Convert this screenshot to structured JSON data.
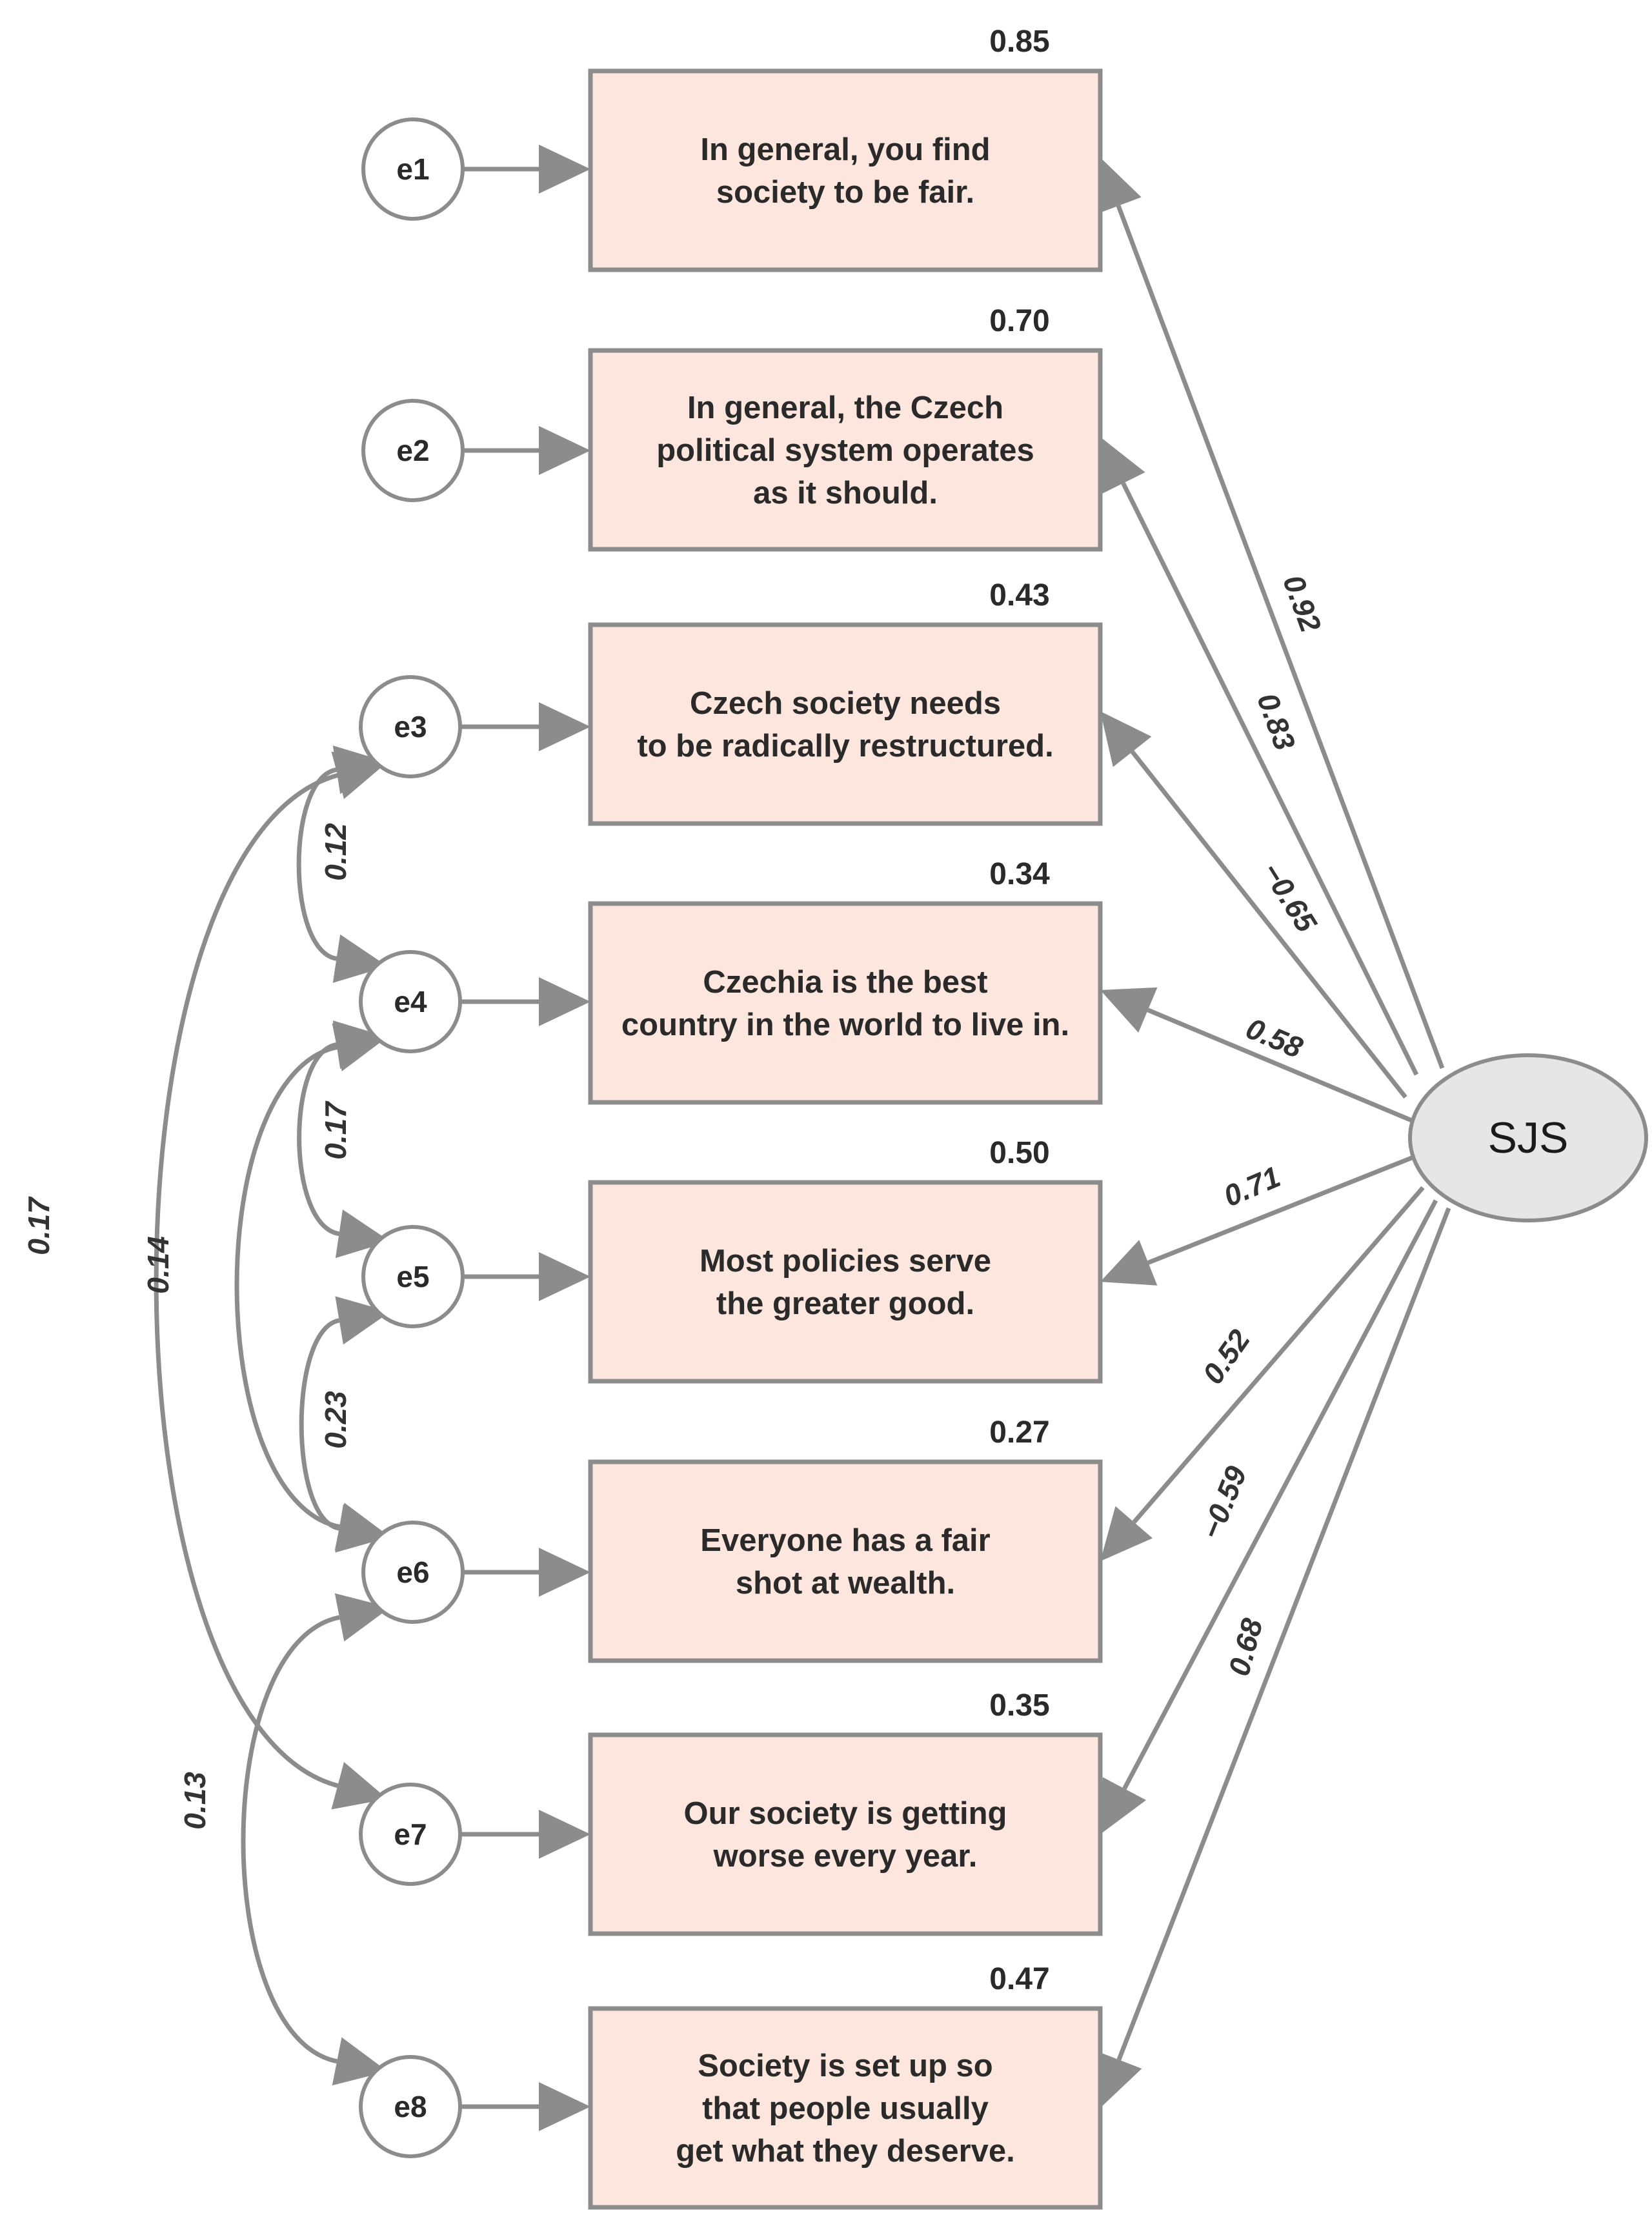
{
  "latent": {
    "label": "SJS"
  },
  "items": [
    {
      "error": "e1",
      "lines": [
        "In general, you find",
        "society to be fair."
      ],
      "r2": "0.85",
      "loading": "0.92"
    },
    {
      "error": "e2",
      "lines": [
        "In general, the Czech",
        "political system operates",
        "as it should."
      ],
      "r2": "0.70",
      "loading": "0.83"
    },
    {
      "error": "e3",
      "lines": [
        "Czech society needs",
        "to be radically restructured."
      ],
      "r2": "0.43",
      "loading": "−0.65"
    },
    {
      "error": "e4",
      "lines": [
        "Czechia is the best",
        "country in the world to live in."
      ],
      "r2": "0.34",
      "loading": "0.58"
    },
    {
      "error": "e5",
      "lines": [
        "Most policies serve",
        "the greater good."
      ],
      "r2": "0.50",
      "loading": "0.71"
    },
    {
      "error": "e6",
      "lines": [
        "Everyone has a fair",
        "shot at wealth."
      ],
      "r2": "0.27",
      "loading": "0.52"
    },
    {
      "error": "e7",
      "lines": [
        "Our society is getting",
        "worse every year."
      ],
      "r2": "0.35",
      "loading": "−0.59"
    },
    {
      "error": "e8",
      "lines": [
        "Society is set up so",
        "that people usually",
        "get what they deserve."
      ],
      "r2": "0.47",
      "loading": "0.68"
    }
  ],
  "covariances": [
    {
      "from": "e3",
      "to": "e4",
      "value": "0.12"
    },
    {
      "from": "e4",
      "to": "e5",
      "value": "0.17"
    },
    {
      "from": "e5",
      "to": "e6",
      "value": "0.23"
    },
    {
      "from": "e4",
      "to": "e6",
      "value": "0.14"
    },
    {
      "from": "e3",
      "to": "e7",
      "value": "0.17"
    },
    {
      "from": "e6",
      "to": "e8",
      "value": "0.13"
    }
  ],
  "colors": {
    "box_fill": "#fde6dd",
    "stroke": "#8c8c8c",
    "latent_fill": "#e6e6e6"
  }
}
